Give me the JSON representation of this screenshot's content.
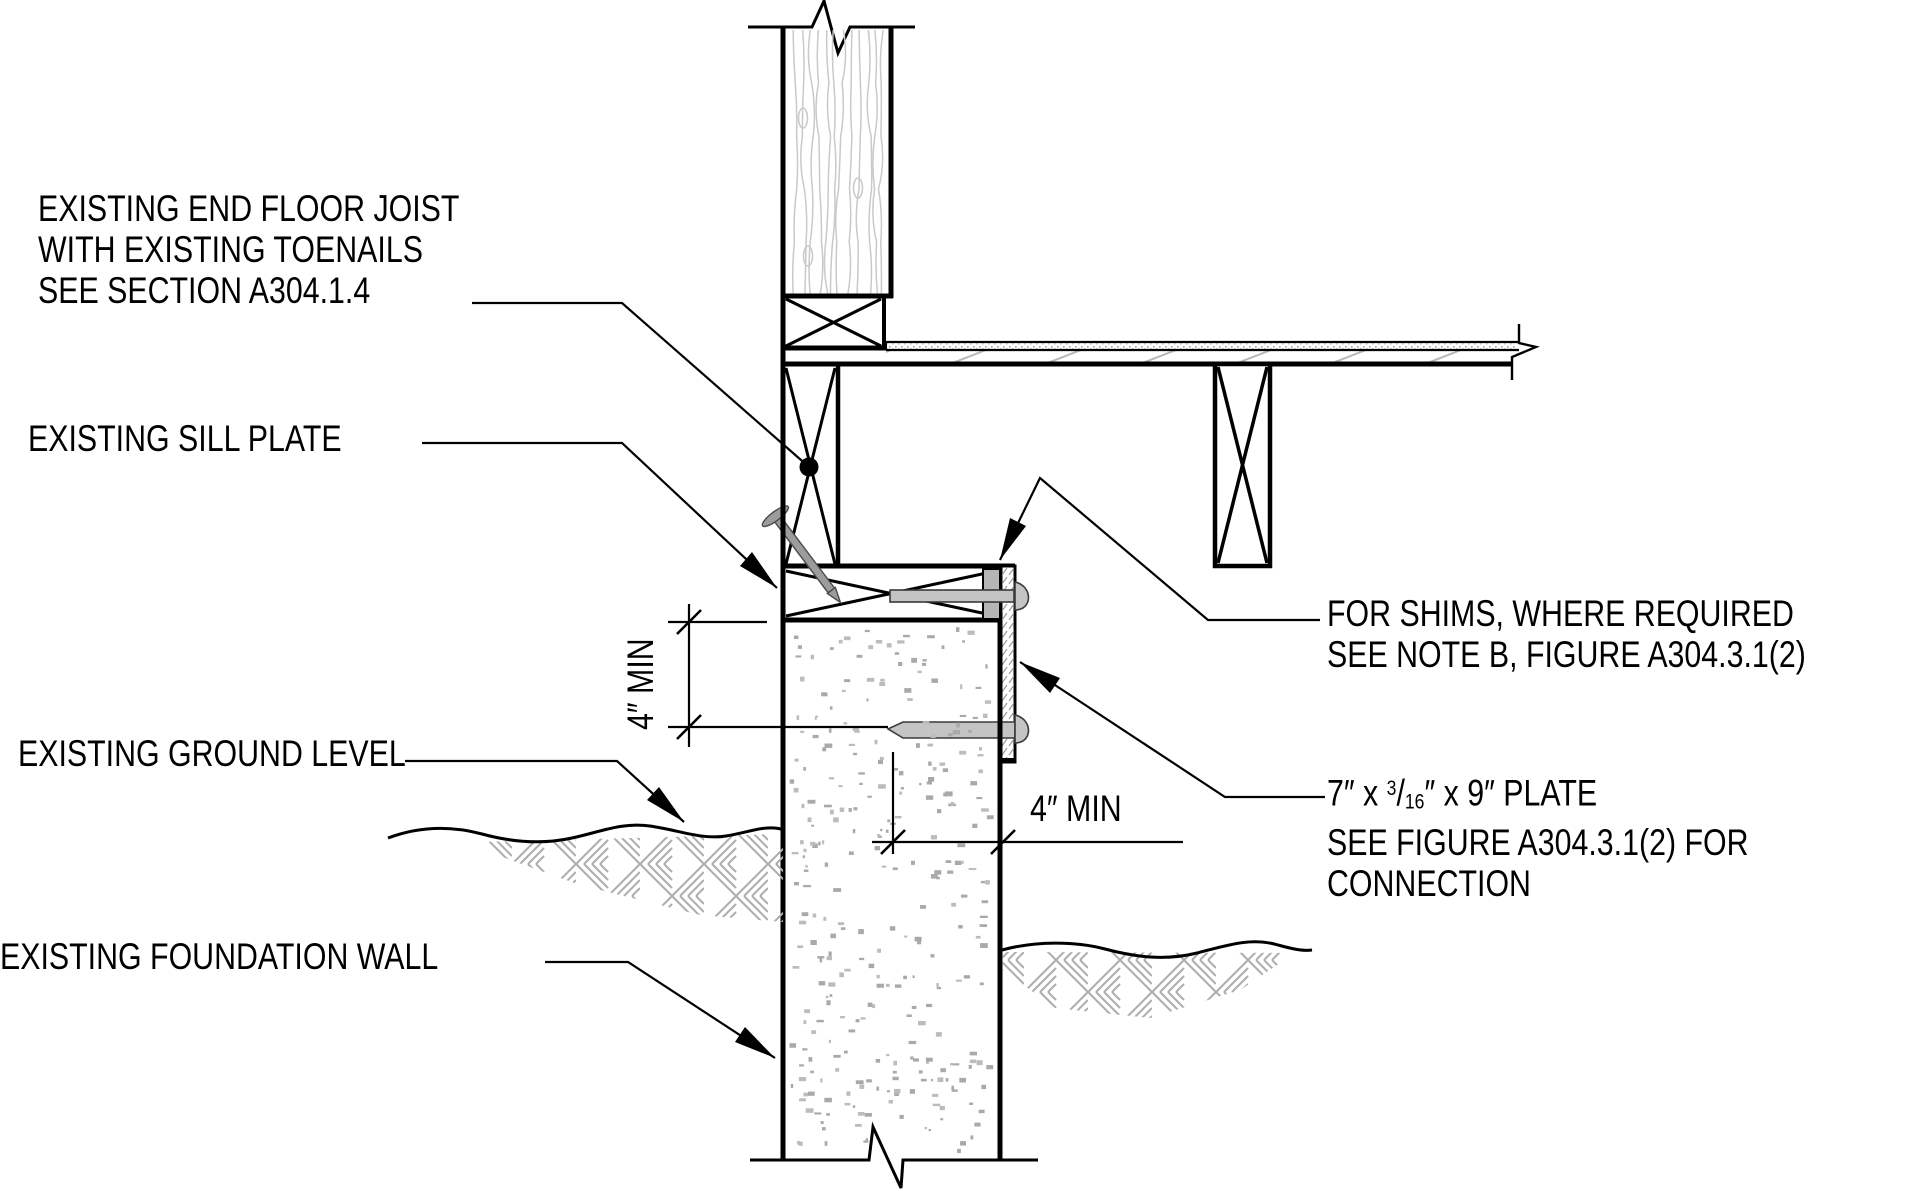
{
  "drawing": {
    "title_hint": "foundation sill plate retrofit detail",
    "labels": {
      "end_floor_joist": {
        "lines": [
          "EXISTING END FLOOR JOIST",
          "WITH EXISTING TOENAILS",
          "SEE SECTION A304.1.4"
        ]
      },
      "sill_plate": {
        "text": "EXISTING SILL PLATE"
      },
      "ground_level": {
        "text": "EXISTING GROUND LEVEL"
      },
      "foundation_wall": {
        "text": "EXISTING FOUNDATION WALL"
      },
      "shims": {
        "lines": [
          "FOR SHIMS, WHERE REQUIRED",
          "SEE NOTE B, FIGURE A304.3.1(2)"
        ]
      },
      "plate": {
        "line1_prefix": "7″ x ",
        "line1_frac_numerator": "3",
        "line1_frac_slash": "/",
        "line1_frac_denominator": "16",
        "line1_suffix": "″ x 9″ PLATE",
        "line2": "SEE FIGURE A304.3.1(2) FOR",
        "line3": "CONNECTION"
      }
    },
    "dimensions": {
      "vertical_min": "4″ MIN",
      "horizontal_min": "4″ MIN"
    },
    "colors": {
      "line": "#000000",
      "metal_fill": "#c4c4c4",
      "nail_fill": "#9c9c9c",
      "nail_stroke": "#4a4a4a",
      "shim_fill": "#b5b5b5",
      "hatch_gray": "#adadad",
      "stipple_gray": "#a9a9a9",
      "wood_grain": "#c9c9c9",
      "background": "#ffffff"
    }
  }
}
